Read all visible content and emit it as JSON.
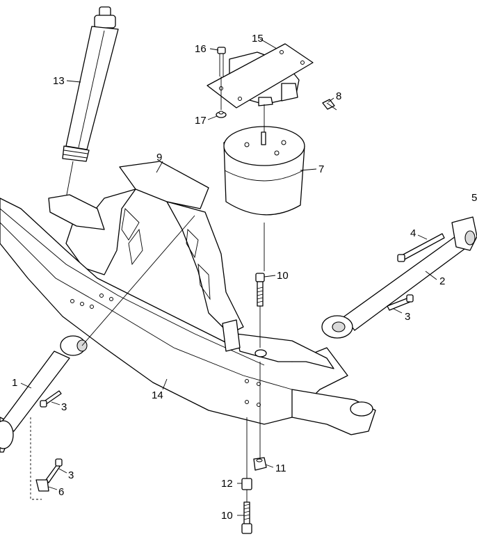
{
  "callouts": {
    "c1": "1",
    "c2": "2",
    "c3a": "3",
    "c3b": "3",
    "c3c": "3",
    "c4": "4",
    "c5": "5",
    "c6": "6",
    "c7": "7",
    "c8": "8",
    "c9": "9",
    "c10a": "10",
    "c10b": "10",
    "c11": "11",
    "c12": "12",
    "c13": "13",
    "c14": "14",
    "c15": "15",
    "c16": "16",
    "c17": "17"
  }
}
